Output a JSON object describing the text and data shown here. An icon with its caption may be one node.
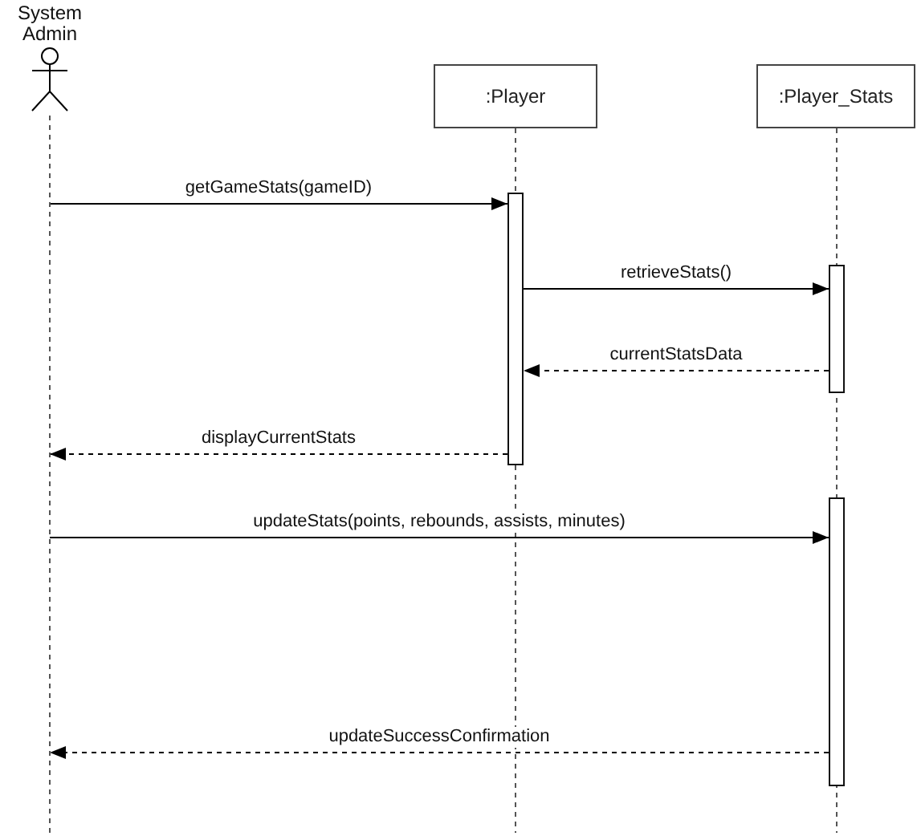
{
  "diagram": {
    "nodes": [
      {
        "text": [
          "System Admin"
        ]
      },
      {
        "text": [
          ":Player"
        ]
      },
      {
        "text": [
          ":Player_Stats"
        ]
      },
      {
        "text": [],
        "shape": "bar"
      },
      {
        "text": [],
        "shape": "bar"
      },
      {
        "text": [],
        "shape": "bar"
      }
    ],
    "edges": [
      {
        "from": 0,
        "to": 3,
        "arrow": "to",
        "label": "getGameStats(gameID)"
      },
      {
        "from": 3,
        "to": 4,
        "arrow": "to",
        "label": "retrieveStats()"
      },
      {
        "from": 4,
        "to": 3,
        "arrow": "to",
        "label": "currentStatsData",
        "style": "dashed"
      },
      {
        "from": 3,
        "to": 0,
        "arrow": "to",
        "label": "displayCurrentStats",
        "style": "dashed"
      },
      {
        "from": 0,
        "to": 5,
        "arrow": "to",
        "label": "updateStats(points, rebounds, assists, minutes)"
      },
      {
        "from": 5,
        "to": 0,
        "arrow": "to",
        "label": "updateSuccessConfirmation",
        "style": "dashed"
      }
    ]
  }
}
